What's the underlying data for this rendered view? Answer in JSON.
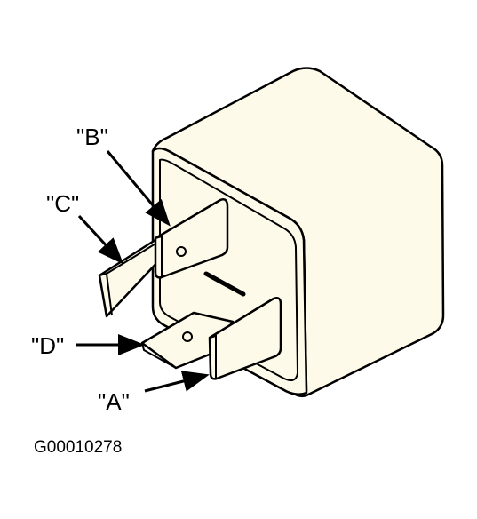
{
  "figure_id": "G00010278",
  "terminals": [
    {
      "id": "b",
      "label": "\"B\""
    },
    {
      "id": "c",
      "label": "\"C\""
    },
    {
      "id": "d",
      "label": "\"D\""
    },
    {
      "id": "a",
      "label": "\"A\""
    }
  ],
  "colors": {
    "body_fill": "#fdfaea",
    "stroke": "#000000",
    "terminal_fill": "#fdfaea",
    "background": "#ffffff"
  }
}
